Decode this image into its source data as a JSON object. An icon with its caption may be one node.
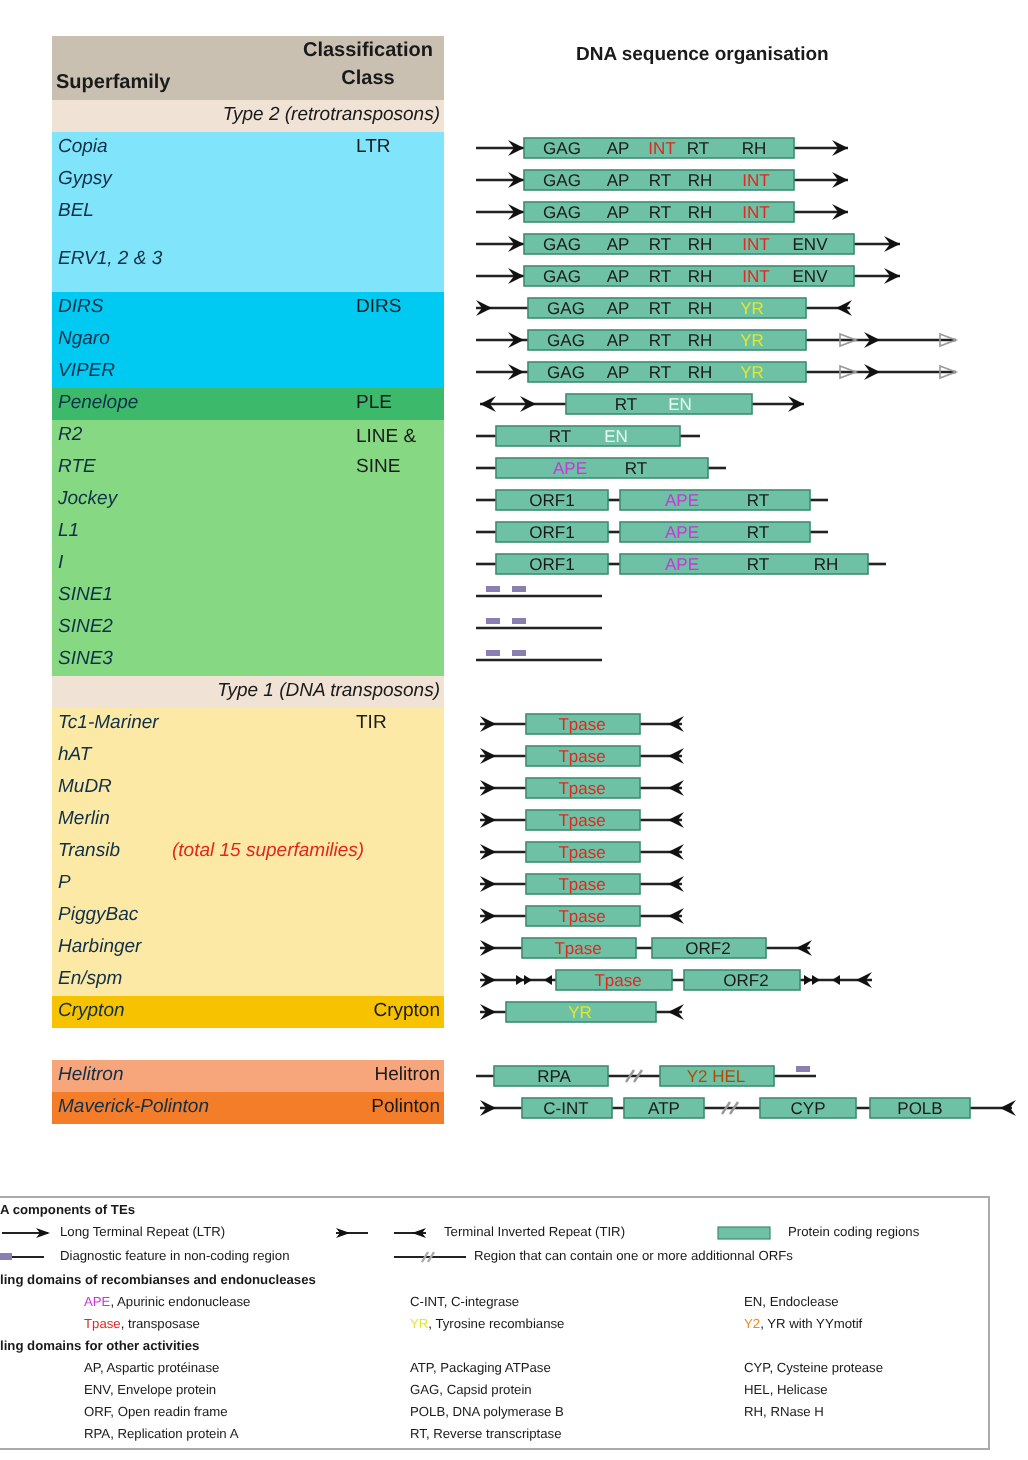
{
  "diagram": {
    "labels": [
      "Superfamily",
      "Classification Class",
      "DNA sequence organisation",
      "Type 2 (retrotransposons)",
      "Copia",
      "LTR",
      "GAG",
      "AP",
      "INT",
      "RT",
      "RH",
      "Gypsy",
      "GAG",
      "AP",
      "RT",
      "RH",
      "INT",
      "BEL",
      "GAG",
      "AP",
      "RT",
      "RH",
      "INT",
      "ERV1, 2 & 3",
      "GAG",
      "AP",
      "RT",
      "RH",
      "INT",
      "ENV",
      "GAG",
      "AP",
      "RT",
      "RH",
      "INT",
      "ENV",
      "DIRS",
      "DIRS",
      "GAG",
      "AP",
      "RT",
      "RH",
      "YR",
      "Ngaro",
      "GAG",
      "AP",
      "RT",
      "RH",
      "YR",
      "VIPER",
      "GAG",
      "AP",
      "RT",
      "RH",
      "YR",
      "Penelope",
      "PLE",
      "RT",
      "EN",
      "R2",
      "LINE & SINE",
      "RT",
      "EN",
      "RTE",
      "APE",
      "RT",
      "Jockey",
      "ORF1",
      "APE",
      "RT",
      "L1",
      "ORF1",
      "APE",
      "RT",
      "I",
      "ORF1",
      "APE",
      "RT",
      "RH",
      "SINE1",
      "SINE2",
      "SINE3",
      "Type 1 (DNA transposons)",
      "Tc1-Mariner",
      "TIR",
      "Tpase",
      "hAT",
      "Tpase",
      "MuDR",
      "Tpase",
      "Merlin",
      "Tpase",
      "Transib",
      "(total 15 superfamilies)",
      "Tpase",
      "P",
      "Tpase",
      "PiggyBac",
      "Tpase",
      "Harbinger",
      "Tpase",
      "ORF2",
      "En/spm",
      "Tpase",
      "ORF2",
      "Crypton",
      "Crypton",
      "YR",
      "Helitron",
      "Helitron",
      "RPA",
      "Y2 HEL",
      "Maverick-Polinton",
      "Polinton",
      "C-INT",
      "ATP",
      "CYP",
      "POLB",
      "A components of TEs",
      "ling domains of recombianses and endonucleases",
      "APE, Apurinic endonuclease",
      "C-INT, C-integrase",
      "EN, Endoclease",
      "Tpase, transposase",
      "YR, Tyrosine recombianse",
      "Y2, YR with YYmotif",
      "ling domains for other activities",
      "AP, Aspartic protéinase",
      "ATP, Packaging ATPase",
      "CYP, Cysteine protease",
      "ENV, Envelope protein",
      "GAG, Capsid protein",
      "HEL, Helicase",
      "ORF, Open readin frame",
      "POLB, DNA polymerase B",
      "RH, RNase H",
      "RPA, Replication protein A",
      "RT, Reverse transcriptase"
    ],
    "legend": [
      {
        "text": "Long Terminal Repeat (LTR)"
      },
      {
        "text": "Terminal Inverted Repeat (TIR)"
      },
      {
        "text": "Protein coding regions",
        "color": "#6fc1a5"
      },
      {
        "text": "Diagnostic feature in non-coding region"
      },
      {
        "text": "Region that can contain one or more additionnal ORFs"
      }
    ]
  }
}
